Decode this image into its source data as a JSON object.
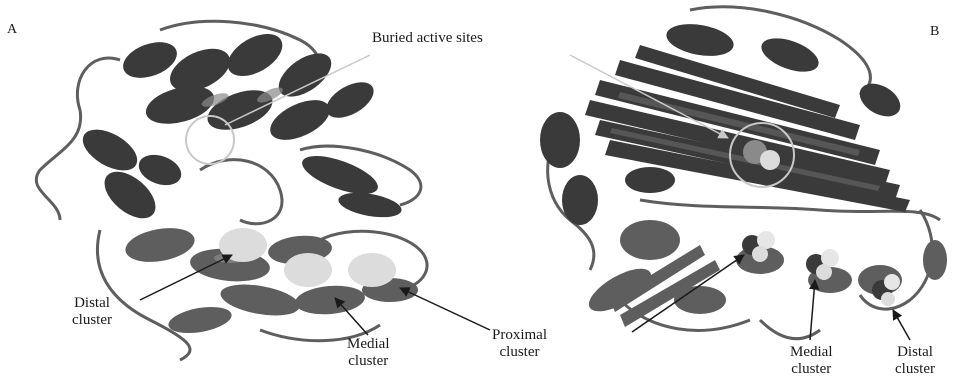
{
  "panel_a": {
    "letter": "A",
    "labels": {
      "buried_active_sites": "Buried active sites",
      "distal_cluster": "Distal\ncluster",
      "medial_cluster": "Medial\ncluster",
      "proximal_cluster": "Proximal\ncluster"
    }
  },
  "panel_b": {
    "letter": "B",
    "labels": {
      "medial_cluster": "Medial\ncluster",
      "distal_cluster": "Distal\ncluster"
    }
  },
  "colors": {
    "ribbon_dark": "#3a3a3a",
    "ribbon_mid": "#5e5e5e",
    "ribbon_light": "#8a8a8a",
    "cluster_highlight": "#dcdcdc",
    "pointer_light": "#c8c8c8",
    "arrow": "#1a1a1a"
  }
}
